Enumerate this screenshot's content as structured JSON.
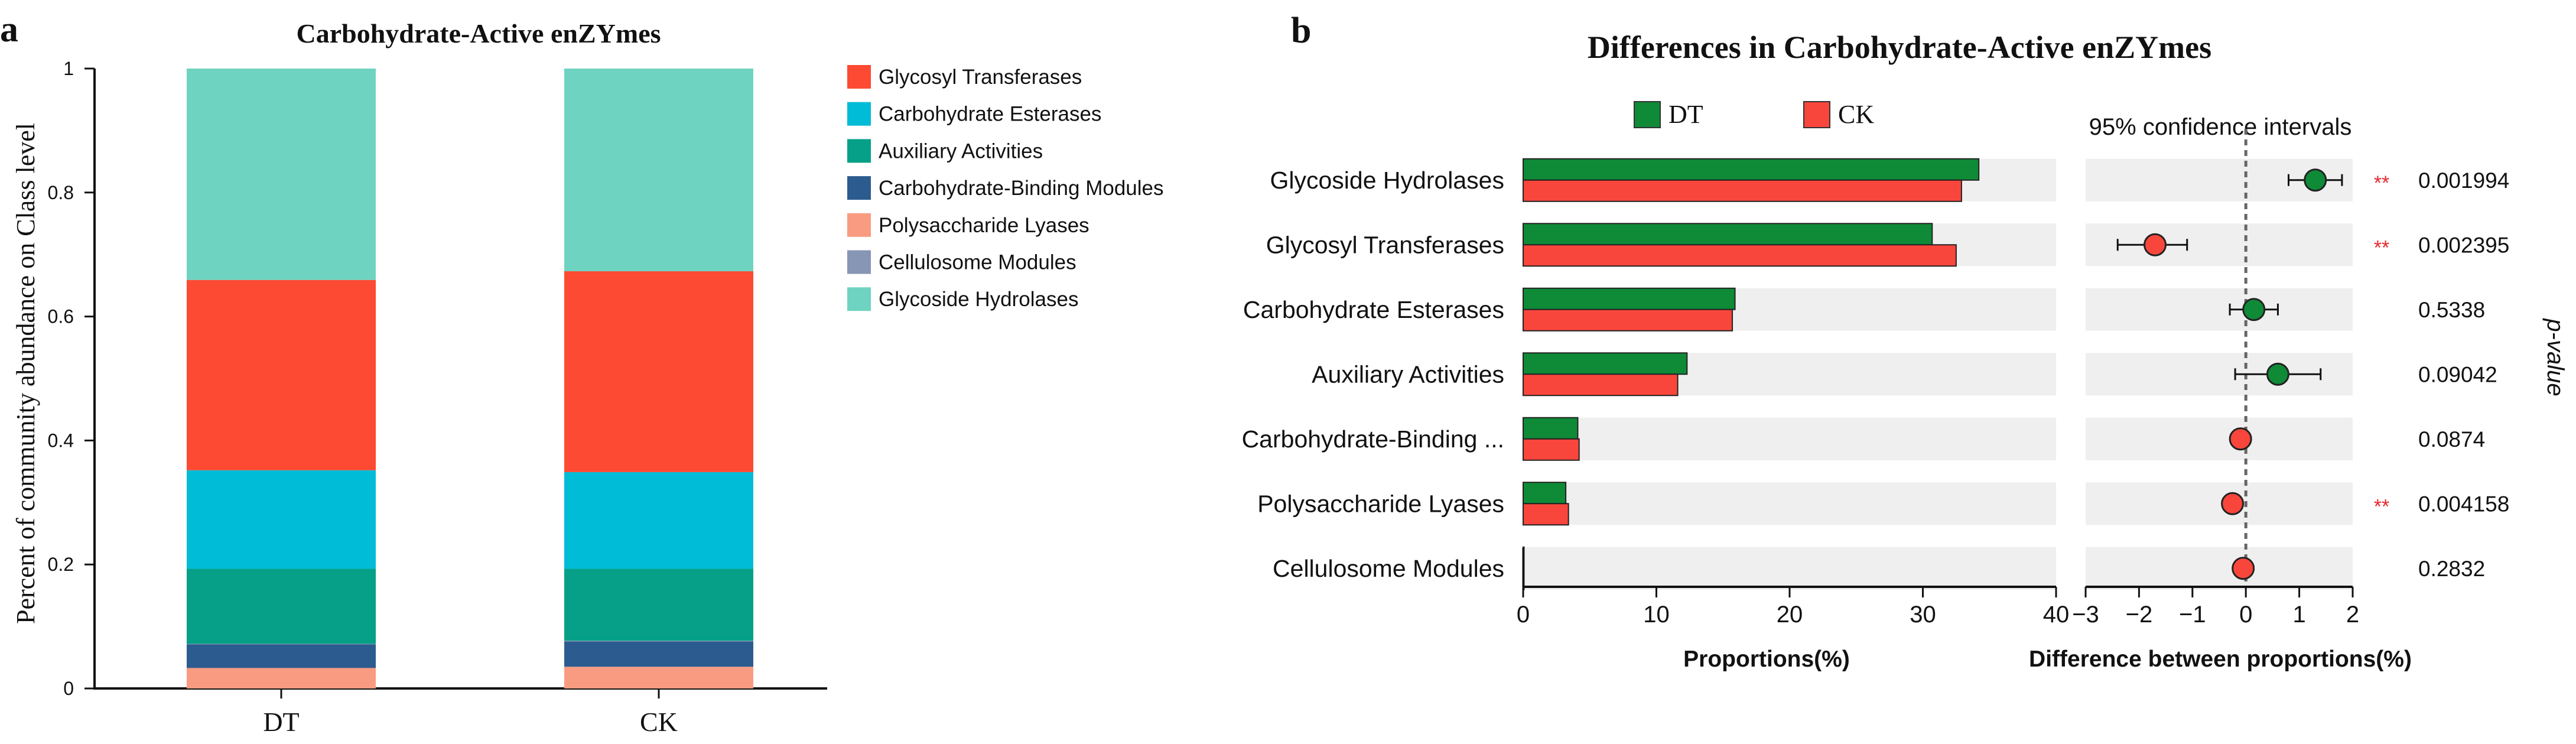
{
  "panel_a": {
    "label": "a",
    "chart_data": {
      "type": "bar",
      "stacked": true,
      "title": "Carbohydrate-Active enZYmes",
      "xlabel": "",
      "ylabel": "Percent of community abundance on Class level",
      "ylim": [
        0,
        1
      ],
      "yticks": [
        "0",
        "0.2",
        "0.4",
        "0.6",
        "0.8",
        "1"
      ],
      "categories": [
        "DT",
        "CK"
      ],
      "series": [
        {
          "name": "Polysaccharide Lyases",
          "color": "#F99B80",
          "values": [
            0.033,
            0.035
          ]
        },
        {
          "name": "Carbohydrate-Binding Modules",
          "color": "#2C5B8F",
          "values": [
            0.038,
            0.041
          ]
        },
        {
          "name": "Cellulosome Modules",
          "color": "#8796B4",
          "values": [
            0.001,
            0.001
          ]
        },
        {
          "name": "Auxiliary Activities",
          "color": "#05A087",
          "values": [
            0.121,
            0.116
          ]
        },
        {
          "name": "Carbohydrate Esterases",
          "color": "#01BCD6",
          "values": [
            0.159,
            0.156
          ]
        },
        {
          "name": "Glycosyl Transferases",
          "color": "#FD4A32",
          "values": [
            0.307,
            0.324
          ]
        },
        {
          "name": "Glycoside Hydrolases",
          "color": "#6FD3C1",
          "values": [
            0.341,
            0.327
          ]
        }
      ],
      "legend_order": [
        "Glycosyl Transferases",
        "Carbohydrate Esterases",
        "Auxiliary Activities",
        "Carbohydrate-Binding Modules",
        "Polysaccharide Lyases",
        "Cellulosome Modules",
        "Glycoside Hydrolases"
      ],
      "legend_position": "right",
      "grid": false
    }
  },
  "panel_b": {
    "label": "b",
    "chart_data": {
      "type": "bar",
      "orientation": "horizontal",
      "title": "Differences in Carbohydrate-Active enZYmes",
      "categories": [
        "Glycoside Hydrolases",
        "Glycosyl Transferases",
        "Carbohydrate Esterases",
        "Auxiliary Activities",
        "Carbohydrate-Binding ...",
        "Polysaccharide Lyases",
        "Cellulosome Modules"
      ],
      "series": [
        {
          "name": "DT",
          "color": "#0F8A37",
          "values": [
            34.2,
            30.7,
            15.9,
            12.3,
            4.1,
            3.2,
            0.05
          ]
        },
        {
          "name": "CK",
          "color": "#F9463C",
          "values": [
            32.9,
            32.5,
            15.7,
            11.6,
            4.2,
            3.4,
            0.06
          ]
        }
      ],
      "xlabel": "Proportions(%)",
      "xlim": [
        0,
        40
      ],
      "xticks": [
        "0",
        "10",
        "20",
        "30",
        "40"
      ],
      "legend_position": "top",
      "ci_panel": {
        "title": "95% confidence intervals",
        "xlabel": "Difference between proportions(%)",
        "xlim": [
          -3,
          2
        ],
        "xticks": [
          "−3",
          "−2",
          "−1",
          "0",
          "1",
          "2"
        ],
        "points": [
          {
            "diff": 1.3,
            "low": 0.8,
            "high": 1.8,
            "color": "#0F8A37"
          },
          {
            "diff": -1.7,
            "low": -2.4,
            "high": -1.1,
            "color": "#F9463C"
          },
          {
            "diff": 0.15,
            "low": -0.3,
            "high": 0.6,
            "color": "#0F8A37"
          },
          {
            "diff": 0.6,
            "low": -0.2,
            "high": 1.4,
            "color": "#0F8A37"
          },
          {
            "diff": -0.1,
            "low": -0.1,
            "high": -0.1,
            "color": "#F9463C"
          },
          {
            "diff": -0.25,
            "low": -0.25,
            "high": -0.25,
            "color": "#F9463C"
          },
          {
            "diff": -0.05,
            "low": -0.05,
            "high": -0.05,
            "color": "#F9463C"
          }
        ]
      },
      "pvalue_label": "p-value",
      "pvalues": [
        "0.001994",
        "0.002395",
        "0.5338",
        "0.09042",
        "0.0874",
        "0.004158",
        "0.2832"
      ],
      "significance": [
        "**",
        "**",
        "",
        "",
        "",
        "**",
        ""
      ]
    }
  }
}
